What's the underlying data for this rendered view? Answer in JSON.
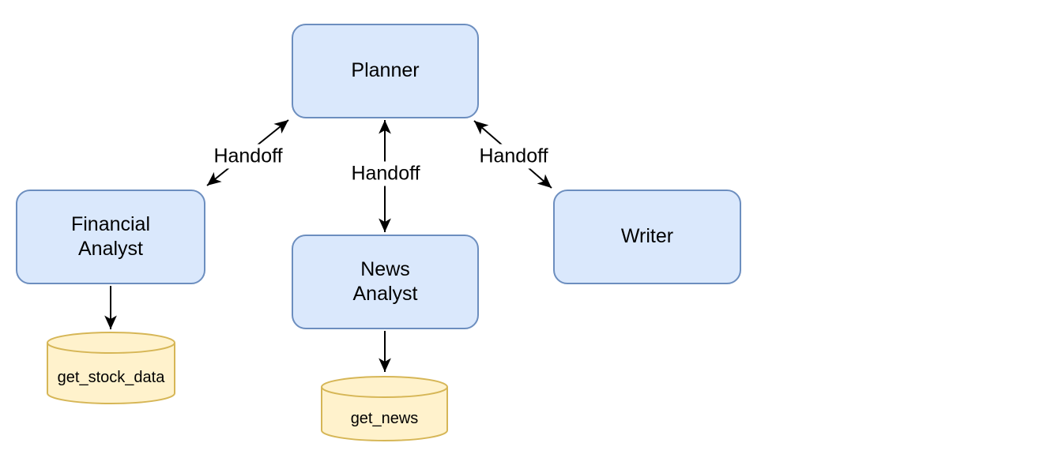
{
  "colors": {
    "canvas_bg": "#ffffff",
    "node_fill": "#dae8fc",
    "node_stroke": "#6c8ebf",
    "tool_fill": "#fff2cc",
    "tool_stroke": "#d6b656",
    "edge_color": "#000000"
  },
  "nodes": {
    "planner": {
      "label": "Planner"
    },
    "financial_analyst": {
      "label": "Financial\nAnalyst"
    },
    "news_analyst": {
      "label": "News\nAnalyst"
    },
    "writer": {
      "label": "Writer"
    }
  },
  "tools": {
    "get_stock_data": {
      "label": "get_stock_data"
    },
    "get_news": {
      "label": "get_news"
    }
  },
  "edges": {
    "planner_financial": {
      "label": "Handoff"
    },
    "planner_news": {
      "label": "Handoff"
    },
    "planner_writer": {
      "label": "Handoff"
    }
  }
}
